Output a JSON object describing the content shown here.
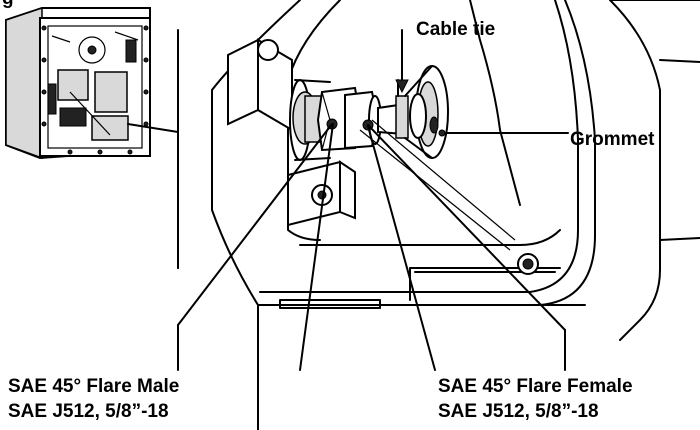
{
  "figure": {
    "top_fragment": "g",
    "labels": {
      "cable_tie": "Cable tie",
      "grommet": "Grommet",
      "male_line1": "SAE 45° Flare Male",
      "male_line2": "SAE J512, 5/8”-18",
      "female_line1": "SAE 45° Flare Female",
      "female_line2": "SAE J512, 5/8”-18"
    }
  }
}
